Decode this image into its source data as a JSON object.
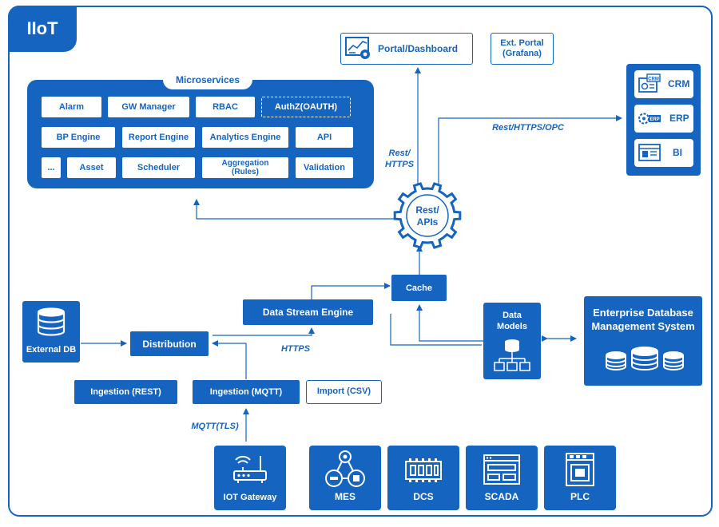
{
  "title": "IIoT",
  "microservices": {
    "label": "Microservices",
    "rows": [
      [
        "Alarm",
        "GW Manager",
        "RBAC",
        "AuthZ(OAUTH)"
      ],
      [
        "BP Engine",
        "Report Engine",
        "Analytics Engine",
        "API"
      ],
      [
        "...",
        "Asset",
        "Scheduler",
        "Aggregation (Rules)",
        "Validation"
      ]
    ]
  },
  "portal_dashboard": "Portal/Dashboard",
  "ext_portal": {
    "line1": "Ext. Portal",
    "line2": "(Grafana)"
  },
  "enterprise_apps": [
    "CRM",
    "ERP",
    "BI"
  ],
  "rest_apis": {
    "line1": "Rest/",
    "line2": "APIs"
  },
  "labels": {
    "rest_https": {
      "line1": "Rest/",
      "line2": "HTTPS"
    },
    "rest_https_opc": "Rest/HTTPS/OPC",
    "https": "HTTPS",
    "mqtt_tls": "MQTT(TLS)"
  },
  "cache": "Cache",
  "data_stream_engine": "Data Stream Engine",
  "data_models": {
    "line1": "Data",
    "line2": "Models"
  },
  "enterprise_db": {
    "line1": "Enterprise Database",
    "line2": "Management System"
  },
  "external_db": "External DB",
  "distribution": "Distribution",
  "ingestion_rest": "Ingestion (REST)",
  "ingestion_mqtt": "Ingestion (MQTT)",
  "import_csv": "Import (CSV)",
  "devices": [
    "IOT Gateway",
    "MES",
    "DCS",
    "SCADA",
    "PLC"
  ],
  "colors": {
    "primary": "#1565c0",
    "background": "#ffffff"
  },
  "icons": [
    "dashboard-icon",
    "gear-icon",
    "database-icon",
    "crm-icon",
    "erp-icon",
    "bi-icon",
    "router-icon",
    "mes-icon",
    "dcs-icon",
    "scada-icon",
    "plc-icon",
    "data-models-icon"
  ]
}
